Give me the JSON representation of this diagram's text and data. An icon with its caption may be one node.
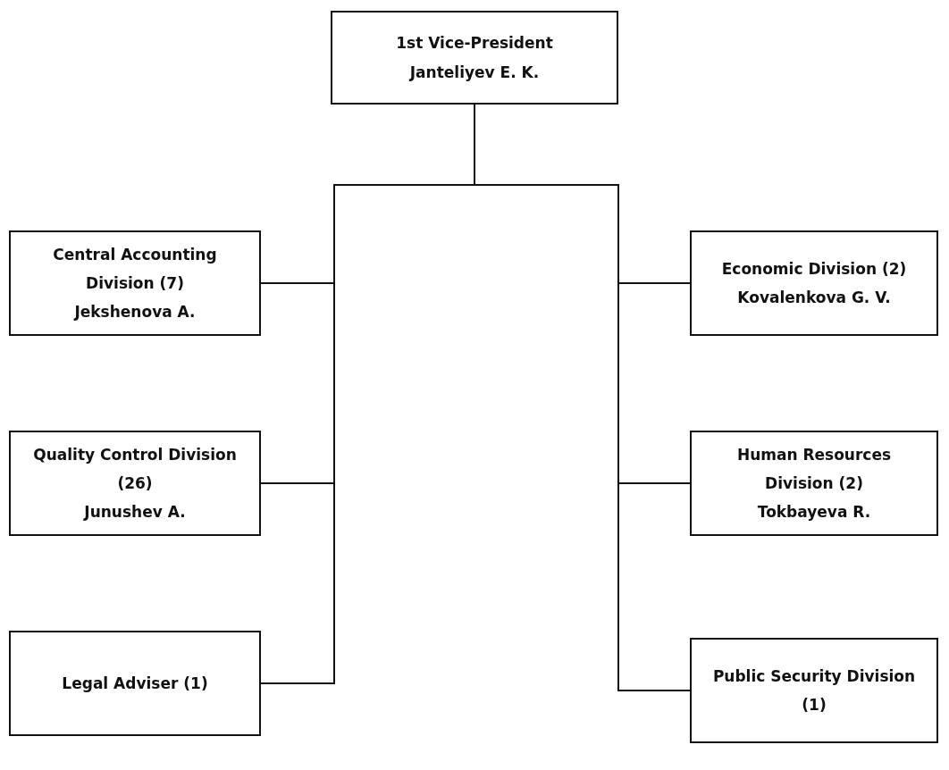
{
  "diagram": {
    "nodes": [
      {
        "text": [
          "1st Vice-President",
          "Janteliyev E. K."
        ]
      },
      {
        "text": [
          "Central Accounting Division (7)",
          "Jekshenova A."
        ]
      },
      {
        "text": [
          "Quality Control Division (26)",
          "Junushev A."
        ]
      },
      {
        "text": [
          "Legal Adviser (1)"
        ]
      },
      {
        "text": [
          "Economic Division (2)",
          "Kovalenkova G. V."
        ]
      },
      {
        "text": [
          "Human Resources Division (2)",
          "Tokbayeva R."
        ]
      },
      {
        "text": [
          "Public Security Division (1)"
        ]
      }
    ],
    "edges": [
      {
        "from": 0,
        "to": 1,
        "arrow": "none"
      },
      {
        "from": 0,
        "to": 2,
        "arrow": "none"
      },
      {
        "from": 0,
        "to": 3,
        "arrow": "none"
      },
      {
        "from": 0,
        "to": 4,
        "arrow": "none"
      },
      {
        "from": 0,
        "to": 5,
        "arrow": "none"
      },
      {
        "from": 0,
        "to": 6,
        "arrow": "none"
      }
    ]
  }
}
